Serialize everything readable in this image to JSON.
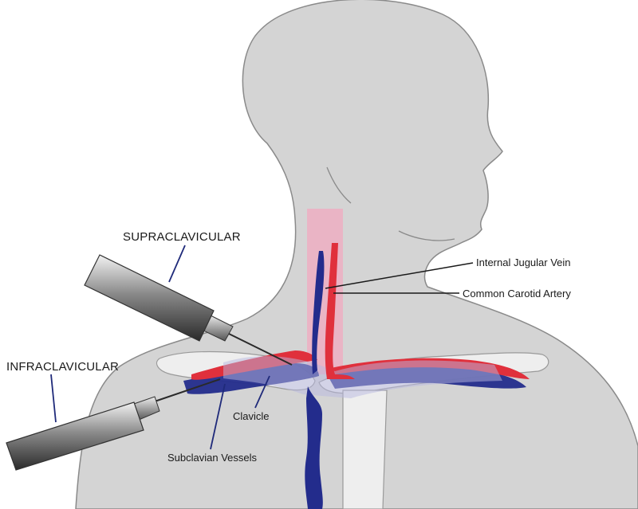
{
  "labels": {
    "supraclavicular": "SUPRACLAVICULAR",
    "infraclavicular": "INFRACLAVICULAR",
    "internal_jugular_vein": "Internal Jugular Vein",
    "common_carotid_artery": "Common Carotid Artery",
    "clavicle": "Clavicle",
    "subclavian_vessels": "Subclavian Vessels"
  },
  "colors": {
    "body": "#d4d4d4",
    "body_outline": "#8a8a8a",
    "bone": "#eeeeee",
    "vein": "#232c8c",
    "artery": "#e0303c",
    "neck_overlay": "#f2a9c0",
    "leader_line": "#1f2a7a"
  }
}
